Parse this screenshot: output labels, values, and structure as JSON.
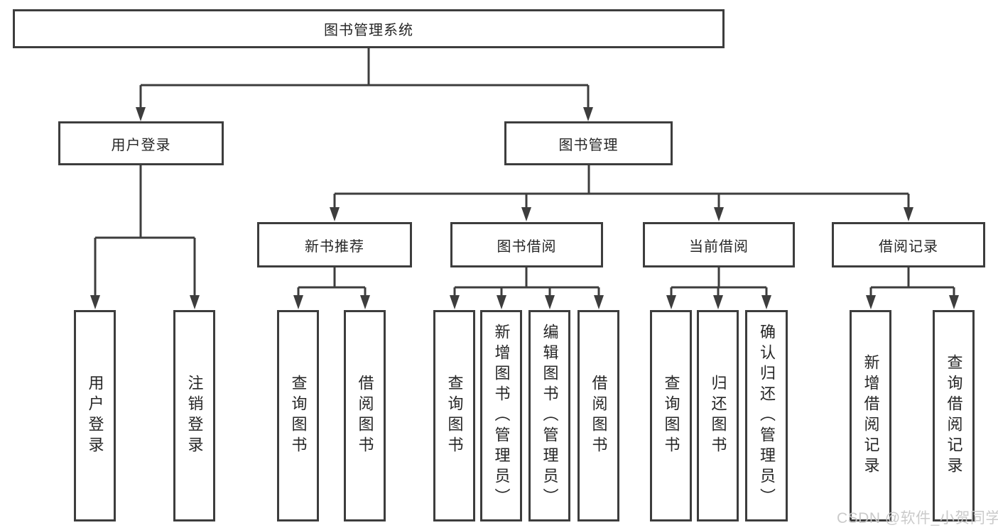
{
  "diagram_title": "图书管理系统",
  "nodes": {
    "root": {
      "label": "图书管理系统"
    },
    "user_login": {
      "label": "用户登录"
    },
    "book_mgmt": {
      "label": "图书管理"
    },
    "new_book_rec": {
      "label": "新书推荐"
    },
    "book_borrow": {
      "label": "图书借阅"
    },
    "current_borrow": {
      "label": "当前借阅"
    },
    "borrow_records": {
      "label": "借阅记录"
    },
    "leaf_user_login": {
      "label": "用户登录"
    },
    "leaf_logout": {
      "label": "注销登录"
    },
    "leaf_query_book_new": {
      "label": "查询图书"
    },
    "leaf_borrow_book_new": {
      "label": "借阅图书"
    },
    "leaf_query_book_borrow": {
      "label": "查询图书"
    },
    "leaf_add_book": {
      "label": "新增图书（管理员）"
    },
    "leaf_edit_book": {
      "label": "编辑图书（管理员）"
    },
    "leaf_borrow_book_borrow": {
      "label": "借阅图书"
    },
    "leaf_query_book_current": {
      "label": "查询图书"
    },
    "leaf_return_book": {
      "label": "归还图书"
    },
    "leaf_confirm_return": {
      "label": "确认归还（管理员）"
    },
    "leaf_add_record": {
      "label": "新增借阅记录"
    },
    "leaf_query_record": {
      "label": "查询借阅记录"
    }
  },
  "structure": {
    "root": "图书管理系统",
    "children": [
      {
        "label": "用户登录",
        "children": [
          "用户登录",
          "注销登录"
        ]
      },
      {
        "label": "图书管理",
        "children": [
          {
            "label": "新书推荐",
            "children": [
              "查询图书",
              "借阅图书"
            ]
          },
          {
            "label": "图书借阅",
            "children": [
              "查询图书",
              "新增图书（管理员）",
              "编辑图书（管理员）",
              "借阅图书"
            ]
          },
          {
            "label": "当前借阅",
            "children": [
              "查询图书",
              "归还图书",
              "确认归还（管理员）"
            ]
          },
          {
            "label": "借阅记录",
            "children": [
              "新增借阅记录",
              "查询借阅记录"
            ]
          }
        ]
      }
    ]
  },
  "watermark": "CSDN @软件_小贺同学",
  "colors": {
    "line": "#3d3d3d",
    "text": "#262626",
    "watermark": "#c8c8c8",
    "background": "#ffffff"
  }
}
